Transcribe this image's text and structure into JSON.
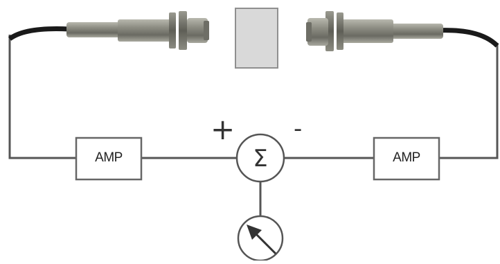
{
  "diagram": {
    "components": {
      "left_sensor": "proximity-sensor",
      "right_sensor": "proximity-sensor",
      "target": "target-block",
      "left_amp": {
        "label": "AMP"
      },
      "right_amp": {
        "label": "AMP"
      },
      "summing_junction": {
        "symbol": "Σ",
        "plus_sign": "+",
        "minus_sign": "-"
      },
      "meter": "meter-arrow-icon"
    },
    "colors": {
      "line": "#555555",
      "box_border": "#666666",
      "target_fill": "#d9d9d9",
      "target_border": "#8f8f8f",
      "sensor_body": "#8a8a80",
      "cable": "#1a1a1a"
    }
  }
}
